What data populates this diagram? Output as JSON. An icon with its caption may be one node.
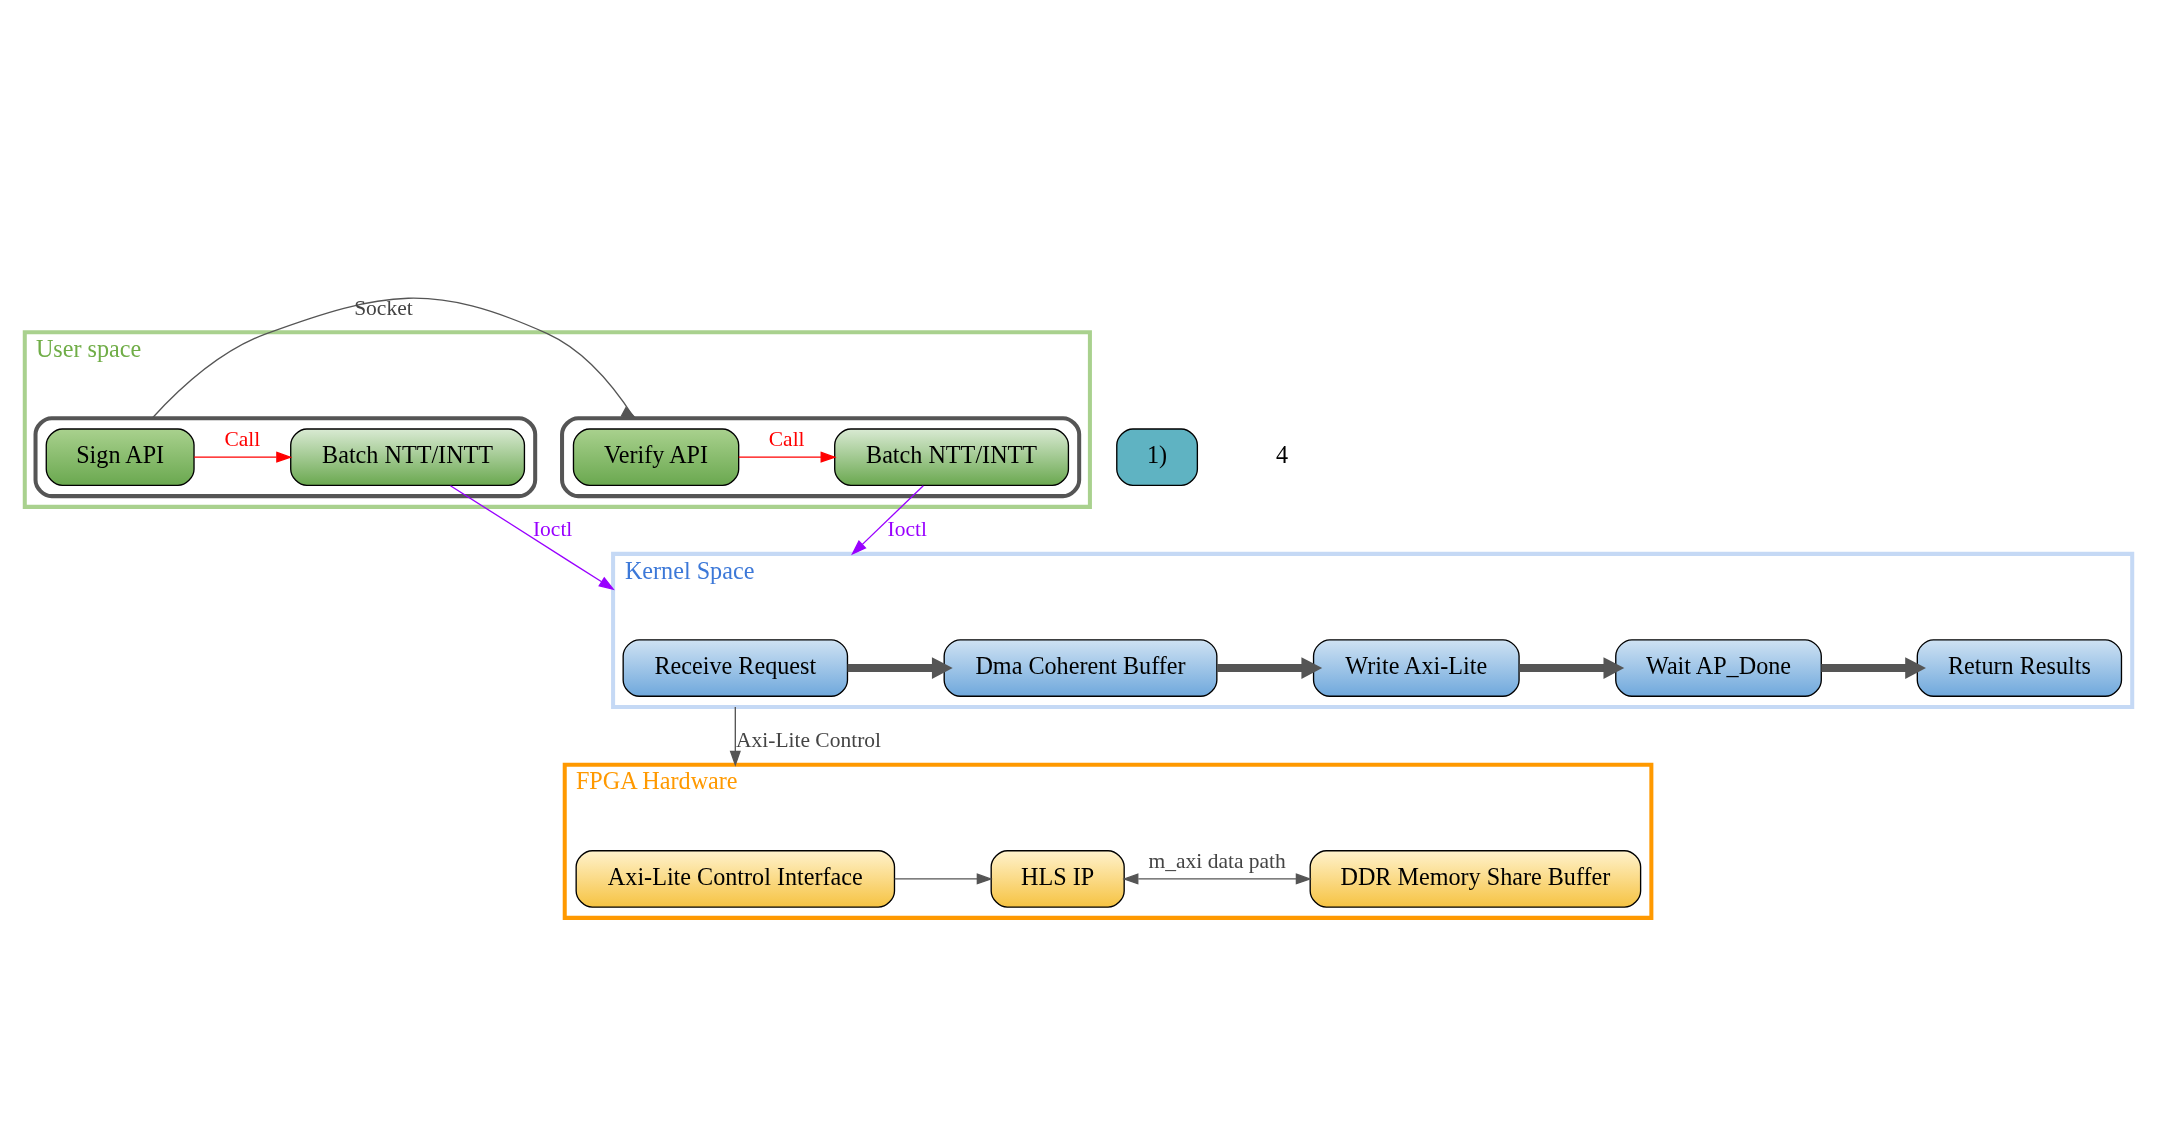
{
  "diagram": {
    "nodes": [
      {
        "text": [
          "User space"
        ]
      },
      {
        "text": [],
        "shape": "box",
        "in": 0
      },
      {
        "text": [
          "Sign API"
        ],
        "in": 1
      },
      {
        "text": [
          "Batch NTT/INTT"
        ],
        "in": 1
      },
      {
        "text": [],
        "shape": "box",
        "in": 0
      },
      {
        "text": [
          "Verify API"
        ],
        "in": 4
      },
      {
        "text": [
          "Batch NTT/INTT"
        ],
        "in": 4
      },
      {
        "text": [
          "Kernel Space"
        ]
      },
      {
        "text": [
          "Receive Request"
        ],
        "in": 7
      },
      {
        "text": [
          "Dma Coherent Buffer"
        ],
        "in": 7
      },
      {
        "text": [
          "Write Axi-Lite"
        ],
        "in": 7
      },
      {
        "text": [
          "Wait AP_Done"
        ],
        "in": 7
      },
      {
        "text": [
          "Return Results"
        ],
        "in": 7
      },
      {
        "text": [
          "FPGA Hardware"
        ]
      },
      {
        "text": [
          "Axi-Lite Control Interface"
        ],
        "in": 13
      },
      {
        "text": [
          "HLS IP"
        ],
        "in": 13
      },
      {
        "text": [
          "DDR Memory Share Buffer"
        ],
        "in": 13
      },
      {
        "text": [
          "1)"
        ]
      }
    ],
    "edges": [
      {
        "from": 2,
        "to": 3,
        "arrow": "to",
        "label": "Call",
        "color": "#ff0000"
      },
      {
        "from": 1,
        "to": 4,
        "arrow": "to",
        "label": "Socket"
      },
      {
        "from": 5,
        "to": 6,
        "arrow": "to",
        "label": "Call",
        "color": "#ff0000"
      },
      {
        "from": 3,
        "to": 7,
        "arrow": "to",
        "label": "Ioctl",
        "color": "#9900ff"
      },
      {
        "from": 6,
        "to": 7,
        "arrow": "to",
        "label": "Ioctl",
        "color": "#9900ff"
      },
      {
        "from": 8,
        "to": 9,
        "arrow": "to",
        "style": "thick"
      },
      {
        "from": 9,
        "to": 10,
        "arrow": "to",
        "style": "thick"
      },
      {
        "from": 10,
        "to": 11,
        "arrow": "to",
        "style": "thick"
      },
      {
        "from": 11,
        "to": 12,
        "arrow": "to",
        "style": "thick"
      },
      {
        "from": 7,
        "to": 13,
        "arrow": "to",
        "label": "Axi-Lite Control"
      },
      {
        "from": 14,
        "to": 15,
        "arrow": "to"
      },
      {
        "from": 15,
        "to": 16,
        "arrow": "both",
        "label": "m_axi data path"
      }
    ],
    "labels": [
      "4"
    ]
  }
}
